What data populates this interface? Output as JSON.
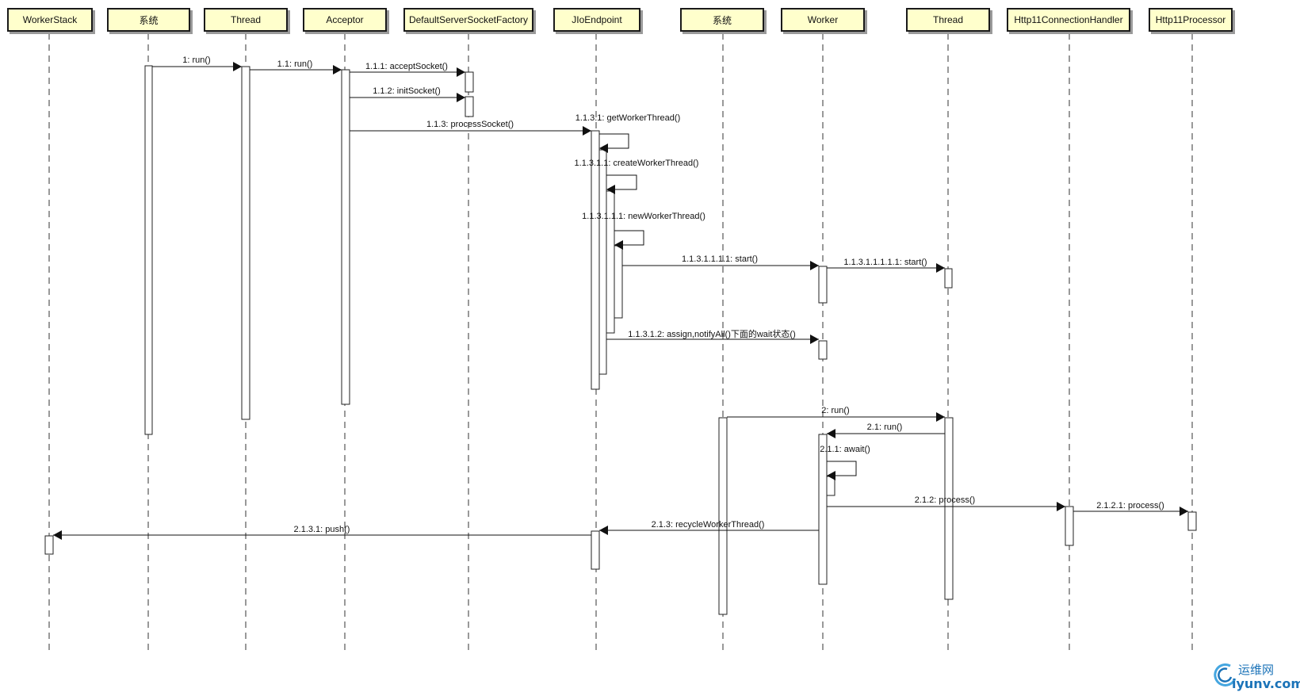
{
  "lifelines": [
    {
      "name": "WorkerStack"
    },
    {
      "name": "系统"
    },
    {
      "name": "Thread"
    },
    {
      "name": "Acceptor"
    },
    {
      "name": "DefaultServerSocketFactory"
    },
    {
      "name": "JIoEndpoint"
    },
    {
      "name": "系统"
    },
    {
      "name": "Worker"
    },
    {
      "name": "Thread"
    },
    {
      "name": "Http11ConnectionHandler"
    },
    {
      "name": "Http11Processor"
    }
  ],
  "messages": [
    {
      "label": "1: run()",
      "from": 1,
      "to": 2
    },
    {
      "label": "1.1: run()",
      "from": 2,
      "to": 3
    },
    {
      "label": "1.1.1: acceptSocket()",
      "from": 3,
      "to": 4
    },
    {
      "label": "1.1.2: initSocket()",
      "from": 3,
      "to": 4
    },
    {
      "label": "1.1.3: processSocket()",
      "from": 3,
      "to": 5
    },
    {
      "label": "1.1.3.1: getWorkerThread()",
      "from": 5,
      "to": 5
    },
    {
      "label": "1.1.3.1.1: createWorkerThread()",
      "from": 5,
      "to": 5
    },
    {
      "label": "1.1.3.1.1.1: newWorkerThread()",
      "from": 5,
      "to": 5
    },
    {
      "label": "1.1.3.1.1.1.1: start()",
      "from": 5,
      "to": 7
    },
    {
      "label": "1.1.3.1.1.1.1.1: start()",
      "from": 7,
      "to": 8
    },
    {
      "label": "1.1.3.1.2: assign,notifyAll()下面的wait状态()",
      "from": 5,
      "to": 7
    },
    {
      "label": "2: run()",
      "from": 6,
      "to": 8
    },
    {
      "label": "2.1: run()",
      "from": 8,
      "to": 7
    },
    {
      "label": "2.1.1: await()",
      "from": 7,
      "to": 7
    },
    {
      "label": "2.1.2: process()",
      "from": 7,
      "to": 9
    },
    {
      "label": "2.1.2.1: process()",
      "from": 9,
      "to": 10
    },
    {
      "label": "2.1.3: recycleWorkerThread()",
      "from": 7,
      "to": 5
    },
    {
      "label": "2.1.3.1: push()",
      "from": 5,
      "to": 0
    }
  ],
  "watermark": {
    "name": "运维网",
    "url": "iyunv.com"
  }
}
